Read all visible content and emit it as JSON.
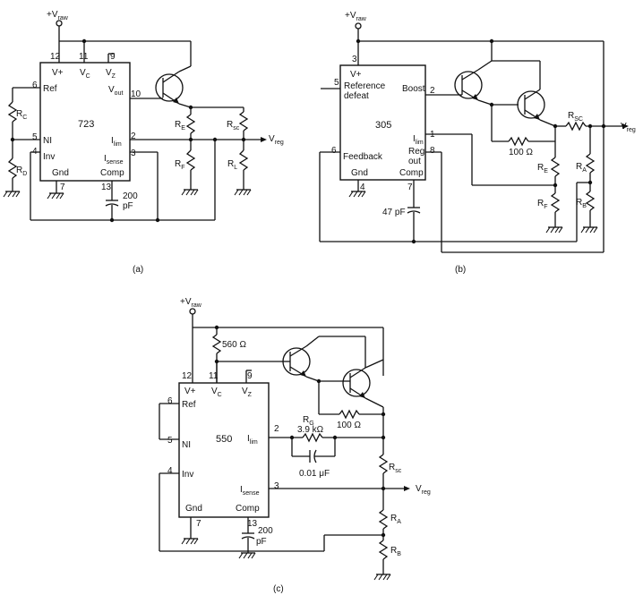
{
  "diagram_a": {
    "caption": "(a)",
    "vraw": "+V",
    "vraw_sub": "raw",
    "chip": "723",
    "vreg": "V",
    "vreg_sub": "reg",
    "pins": {
      "vplus": "V+",
      "vc": "V",
      "vc_sub": "C",
      "vz": "V",
      "vz_sub": "Z",
      "ref": "Ref",
      "ni": "NI",
      "inv": "Inv",
      "gnd": "Gnd",
      "comp": "Comp",
      "vout": "V",
      "vout_sub": "out",
      "ilim": "I",
      "ilim_sub": "lim",
      "isense": "I",
      "isense_sub": "sense"
    },
    "pin_numbers": {
      "p12": "12",
      "p11": "11",
      "p9": "9",
      "p6": "6",
      "p5": "5",
      "p4": "4",
      "p7": "7",
      "p13": "13",
      "p10": "10",
      "p2": "2",
      "p3": "3"
    },
    "components": {
      "rc": "R",
      "rc_sub": "C",
      "rd": "R",
      "rd_sub": "D",
      "re": "R",
      "re_sub": "E",
      "rf": "R",
      "rf_sub": "F",
      "rsc": "R",
      "rsc_sub": "sc",
      "rl": "R",
      "rl_sub": "L",
      "cap_value": "200",
      "cap_unit": "pF"
    }
  },
  "diagram_b": {
    "caption": "(b)",
    "vraw": "+V",
    "vraw_sub": "raw",
    "chip": "305",
    "vreg": "V",
    "vreg_sub": "reg",
    "pins": {
      "vplus": "V+",
      "ref_defeat_1": "Reference",
      "ref_defeat_2": "defeat",
      "boost": "Boost",
      "ilim": "I",
      "ilim_sub": "lim",
      "regout_1": "Reg",
      "regout_2": "out",
      "feedback": "Feedback",
      "gnd": "Gnd",
      "comp": "Comp"
    },
    "pin_numbers": {
      "p3": "3",
      "p5": "5",
      "p2": "2",
      "p1": "1",
      "p8": "8",
      "p6": "6",
      "p4": "4",
      "p7": "7"
    },
    "components": {
      "rsc": "R",
      "rsc_sub": "SC",
      "r100": "100 Ω",
      "re": "R",
      "re_sub": "E",
      "rf": "R",
      "rf_sub": "F",
      "ra": "R",
      "ra_sub": "A",
      "rb": "R",
      "rb_sub": "B",
      "cap": "47 pF"
    }
  },
  "diagram_c": {
    "caption": "(c)",
    "vraw": "+V",
    "vraw_sub": "raw",
    "chip": "550",
    "vreg": "V",
    "vreg_sub": "reg",
    "pins": {
      "vplus": "V+",
      "vc": "V",
      "vc_sub": "C",
      "vz": "V",
      "vz_sub": "Z",
      "ref": "Ref",
      "ni": "NI",
      "inv": "Inv",
      "gnd": "Gnd",
      "comp": "Comp",
      "ilim": "I",
      "ilim_sub": "lim",
      "isense": "I",
      "isense_sub": "sense"
    },
    "pin_numbers": {
      "p12": "12",
      "p11": "11",
      "p9": "9",
      "p6": "6",
      "p5": "5",
      "p4": "4",
      "p7": "7",
      "p13": "13",
      "p2": "2",
      "p3": "3"
    },
    "components": {
      "r560": "560 Ω",
      "rg": "R",
      "rg_sub": "G",
      "rg_value": "3.9 kΩ",
      "cg": "0.01 μF",
      "r100": "100 Ω",
      "rsc": "R",
      "rsc_sub": "sc",
      "ra": "R",
      "ra_sub": "A",
      "rb": "R",
      "rb_sub": "B",
      "cap_value": "200",
      "cap_unit": "pF"
    }
  }
}
